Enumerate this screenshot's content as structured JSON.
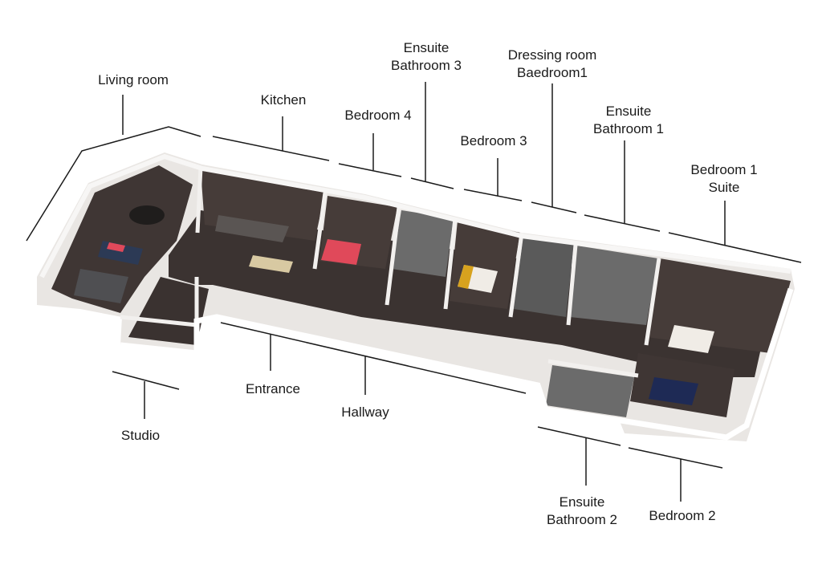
{
  "labels": {
    "living_room": "Living room",
    "kitchen": "Kitchen",
    "bedroom4": "Bedroom 4",
    "ensuite3": [
      "Ensuite",
      "Bathroom 3"
    ],
    "bedroom3": "Bedroom 3",
    "dressing": [
      "Dressing room",
      "Baedroom1"
    ],
    "ensuite1": [
      "Ensuite",
      "Bathroom 1"
    ],
    "bedroom1": [
      "Bedroom 1",
      "Suite"
    ],
    "studio": "Studio",
    "entrance": "Entrance",
    "hallway": "Hallway",
    "ensuite2": [
      "Ensuite",
      "Bathroom 2"
    ],
    "bedroom2": "Bedroom 2"
  },
  "colors": {
    "floor_dark": "#3b3331",
    "wall": "#f2f0ee",
    "wall_shade": "#d6d3d0",
    "tile": "#6b6b6b",
    "leader": "#1a1a1a",
    "accent_red": "#e0495a",
    "accent_gold": "#d7a21e",
    "accent_navy": "#1e2a55"
  }
}
